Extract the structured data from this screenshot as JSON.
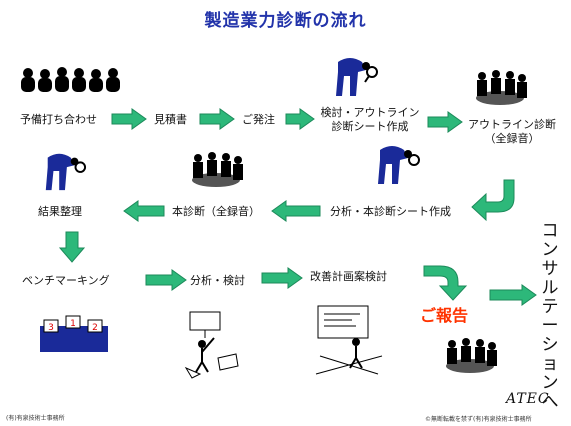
{
  "title": "製造業力診断の流れ",
  "steps": {
    "prep": "予備打ち合わせ",
    "estimate": "見積書",
    "order": "ご発注",
    "review_line1": "検討・アウトライン",
    "review_line2": "診断シート作成",
    "outline_line1": "アウトライン診断",
    "outline_line2": "（全録音）",
    "analysis_sheet": "分析・本診断シート作成",
    "main_diag": "本診断（全録音）",
    "result": "結果整理",
    "bench": "ベンチマーキング",
    "analysis": "分析・検討",
    "improve": "改善計画案検討",
    "report": "ご報告",
    "consult": "コンサルテーションへ"
  },
  "logo": "ATEC",
  "footer_left": "(有)有泉技術士事務所",
  "footer_right": "©無断転載を禁ず(有)有泉技術士事務所",
  "colors": {
    "arrow": "#2db87a",
    "title": "#2233aa",
    "report": "#ff3300"
  }
}
